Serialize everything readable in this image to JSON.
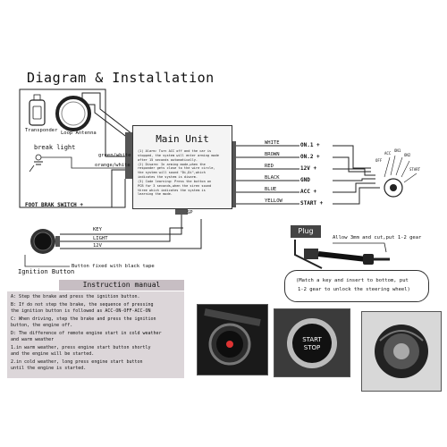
{
  "title": "Diagram & Installation",
  "transponder": {
    "label": "Transponder"
  },
  "loop_antenna": {
    "label": "Loop Antenna"
  },
  "break_light": {
    "label": "break light"
  },
  "foot_brake_switch": {
    "label": "FOOT BRAK SWITCH +"
  },
  "main_unit": {
    "title": "Main Unit",
    "description": [
      "(1) Alarm: Turn ACC off and the car is",
      "stopped, the system will enter arming mode",
      "after 15 seconds automatically.",
      "(2) Disarm: In arming mode,when the",
      "responder gets close to the wire circle,",
      "the system will sound \"Di,Di\",which",
      "indicates the system is disarm.",
      "(3) Code learning: Press the button on",
      "PCB for 3 seconds,when the siren sound",
      "three which indicates the system is",
      "learning the mode."
    ]
  },
  "left_wires": [
    {
      "label": "green/white"
    },
    {
      "label": "orange/white"
    }
  ],
  "right_wires": [
    {
      "color": "WHITE",
      "label": "ON.1 +"
    },
    {
      "color": "BROWN",
      "label": "ON.2 +"
    },
    {
      "color": "RED",
      "label": "12V +"
    },
    {
      "color": "BLACK",
      "label": "GND"
    },
    {
      "color": "BLUE",
      "label": "ACC +"
    },
    {
      "color": "YELLOW",
      "label": "START +"
    }
  ],
  "ignition_labels": [
    "OFF",
    "ACC",
    "ON1",
    "ON2",
    "START"
  ],
  "button_wires": [
    {
      "label": "KEY"
    },
    {
      "label": "LIGHT"
    },
    {
      "label": "12V"
    }
  ],
  "sp_label": "SP",
  "ignition_button": {
    "label": "Ignition Button"
  },
  "button_note": "Button fixed with black tape",
  "plug": {
    "label": "Plug",
    "note": "Allow 3mm and cut,put 1-2 gear",
    "bubble": [
      "(Match a key and insert to bottom, put",
      "1-2 gear to unlock the steering wheel)"
    ]
  },
  "instruction": {
    "title": "Instruction manual",
    "lines": [
      "A: Step the brake and press the ignition button.",
      "B: If do not step the brake, the sequence of pressing",
      "   the ignition button is followed as ACC-ON-OFF-ACC-ON",
      "C: When driving, step the brake and press the ignition",
      "   button, the engine off.",
      "D: The difference of remote engine start in cold weather",
      "   and warm weather",
      "   1.in warm weather, press engine start button shortly",
      "     and the engine will be started.",
      "   2.in cold weather, long press engine start button",
      "     until the engine is started."
    ]
  },
  "start_button": {
    "line1": "START",
    "line2": "STOP"
  },
  "colors": {
    "instr_bg": "#dcd6d9",
    "instr_head": "#c7bec3",
    "unit_bg": "#f4f4f4"
  }
}
